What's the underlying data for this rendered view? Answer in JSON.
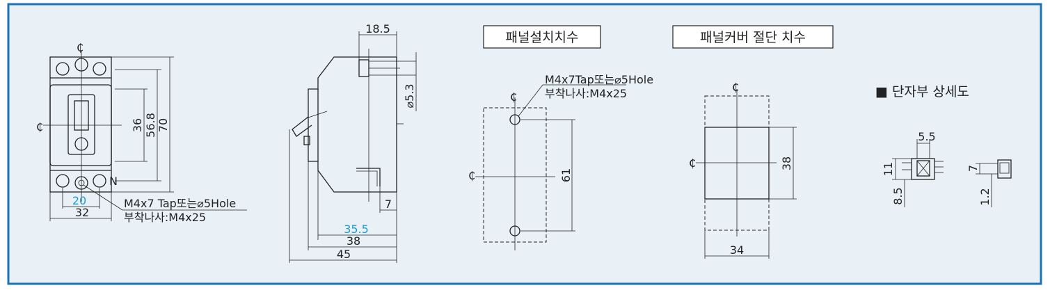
{
  "colors": {
    "border": "#1a73b4",
    "background": "#e9f1f6",
    "accent_dim": "#1a9ad6",
    "line": "#222222"
  },
  "centerline_symbol": "₵",
  "front_view": {
    "dims": {
      "d36": "36",
      "d56_8": "56.8",
      "d70": "70",
      "d20": "20",
      "d32": "32"
    },
    "terminal_mark": "N",
    "note_line1": "M4x7  Tap또는⌀5Hole",
    "note_line2": "부착나사:M4x25"
  },
  "side_view": {
    "dims": {
      "d18_5": "18.5",
      "d5_3": "⌀5.3",
      "d7": "7",
      "d35_5": "35.5",
      "d38": "38",
      "d45": "45"
    }
  },
  "panel_mount": {
    "title": "패널설치치수",
    "note_line1": "M4x7Tap또는⌀5Hole",
    "note_line2": "부착나사:M4x25",
    "dims": {
      "d61": "61"
    }
  },
  "panel_cover": {
    "title": "패널커버 절단 치수",
    "dims": {
      "d38": "38",
      "d34": "34"
    }
  },
  "terminal_detail": {
    "title": "■ 단자부 상세도",
    "dims": {
      "d5_5": "5.5",
      "d11": "11",
      "d8_5": "8.5",
      "d7": "7",
      "d1_2": "1.2"
    }
  }
}
